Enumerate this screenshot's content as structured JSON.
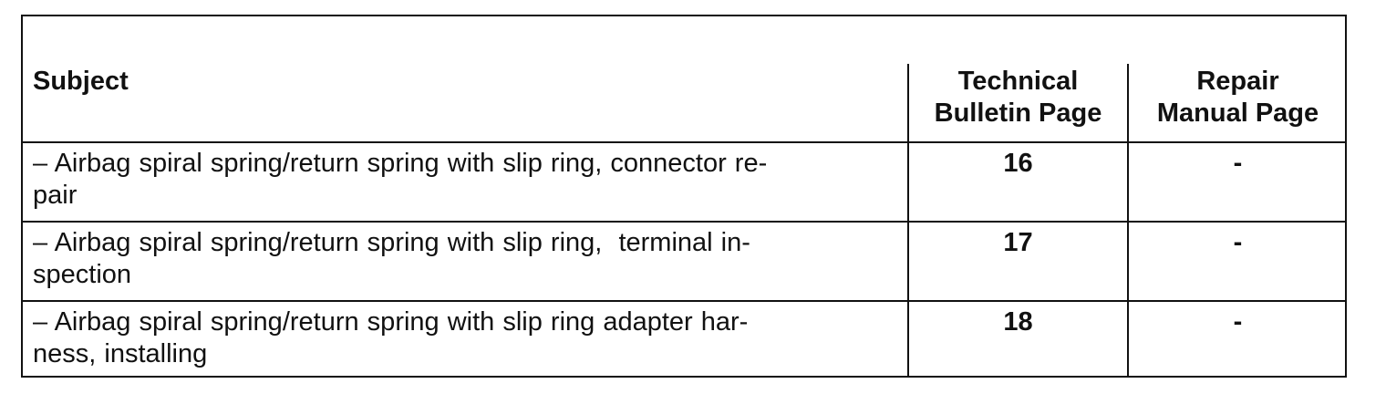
{
  "table": {
    "headers": {
      "subject": "Subject",
      "technical_bulletin_page": [
        "Technical",
        "Bulletin Page"
      ],
      "repair_manual_page": [
        "Repair",
        "Manual Page"
      ]
    },
    "rows": [
      {
        "subject_lines": [
          "– Airbag spiral spring/return spring with slip ring, connector re-",
          "pair"
        ],
        "technical_bulletin_page": "16",
        "repair_manual_page": "-"
      },
      {
        "subject_lines": [
          "– Airbag spiral spring/return spring with slip ring,  terminal in-",
          "spection"
        ],
        "technical_bulletin_page": "17",
        "repair_manual_page": "-"
      },
      {
        "subject_lines": [
          "– Airbag spiral spring/return spring with slip ring adapter har-",
          "ness, installing"
        ],
        "technical_bulletin_page": "18",
        "repair_manual_page": "-"
      }
    ]
  }
}
